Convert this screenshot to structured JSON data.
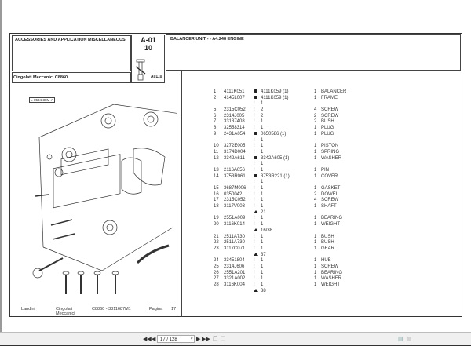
{
  "header": {
    "section_title": "ACCESSORIES AND APPLICATION MISCELLANEOUS",
    "model": "Cingolati Meccanici C8860",
    "group_code": "A-01",
    "group_number": "10",
    "illustration_code": "A0110",
    "unit_title": "BALANCER UNIT -  - A4.248 ENGINE"
  },
  "diagram": {
    "reference": "L-0594-30M-A",
    "icon": "exploded-balancer-unit-drawing"
  },
  "parts": [
    {
      "type": "part",
      "idx": "1",
      "part": "4111K051",
      "mark": "dot",
      "alt": "4111K059  (1)",
      "qty": "1",
      "desc": "BALANCER"
    },
    {
      "type": "part",
      "idx": "2",
      "part": "4145L007",
      "mark": "dot",
      "alt": "4111K059  (1)",
      "qty": "1",
      "desc": "FRAME"
    },
    {
      "type": "sub",
      "alt": "1"
    },
    {
      "type": "part",
      "idx": "5",
      "part": "2315C052",
      "mark": "bar",
      "alt": "2",
      "qty": "4",
      "desc": "SCREW"
    },
    {
      "type": "part",
      "idx": "6",
      "part": "2314J005",
      "mark": "bar",
      "alt": "2",
      "qty": "2",
      "desc": "SCREW"
    },
    {
      "type": "part",
      "idx": "7",
      "part": "33137408",
      "mark": "bar",
      "alt": "1",
      "qty": "2",
      "desc": "BUSH"
    },
    {
      "type": "part",
      "idx": "8",
      "part": "32558314",
      "mark": "bar",
      "alt": "1",
      "qty": "1",
      "desc": "PLUG"
    },
    {
      "type": "part",
      "idx": "9",
      "part": "2431A054",
      "mark": "dot",
      "alt": "0650586  (1)",
      "qty": "1",
      "desc": "PLUG"
    },
    {
      "type": "sub",
      "alt": "1"
    },
    {
      "type": "part",
      "idx": "10",
      "part": "3272E005",
      "mark": "bar",
      "alt": "1",
      "qty": "1",
      "desc": "PISTON"
    },
    {
      "type": "part",
      "idx": "11",
      "part": "3174D004",
      "mark": "bar",
      "alt": "1",
      "qty": "1",
      "desc": "SPRING"
    },
    {
      "type": "part",
      "idx": "12",
      "part": "3342A611",
      "mark": "dot",
      "alt": "3342A605  (1)",
      "qty": "1",
      "desc": "WASHER"
    },
    {
      "type": "sub",
      "alt": "1"
    },
    {
      "type": "part",
      "idx": "13",
      "part": "2116A056",
      "mark": "bar",
      "alt": "1",
      "qty": "1",
      "desc": "PIN"
    },
    {
      "type": "part",
      "idx": "14",
      "part": "3753R061",
      "mark": "dot",
      "alt": "3753R221  (1)",
      "qty": "1",
      "desc": "COVER"
    },
    {
      "type": "sub",
      "alt": "1"
    },
    {
      "type": "part",
      "idx": "15",
      "part": "3687M006",
      "mark": "bar",
      "alt": "1",
      "qty": "1",
      "desc": "GASKET"
    },
    {
      "type": "part",
      "idx": "16",
      "part": "0350042",
      "mark": "bar",
      "alt": "1",
      "qty": "2",
      "desc": "DOWEL"
    },
    {
      "type": "part",
      "idx": "17",
      "part": "2315C052",
      "mark": "bar",
      "alt": "1",
      "qty": "4",
      "desc": "SCREW"
    },
    {
      "type": "part",
      "idx": "18",
      "part": "3117V003",
      "mark": "bar",
      "alt": "1",
      "qty": "1",
      "desc": "SHAFT"
    },
    {
      "type": "ref",
      "alt": "21"
    },
    {
      "type": "part",
      "idx": "19",
      "part": "2551A009",
      "mark": "bar",
      "alt": "1",
      "qty": "1",
      "desc": "BEARING"
    },
    {
      "type": "part",
      "idx": "20",
      "part": "3116K014",
      "mark": "bar",
      "alt": "1",
      "qty": "1",
      "desc": "WEIGHT"
    },
    {
      "type": "ref",
      "alt": "16/38"
    },
    {
      "type": "part",
      "idx": "21",
      "part": "2511A730",
      "mark": "bar",
      "alt": "1",
      "qty": "1",
      "desc": "BUSH"
    },
    {
      "type": "part",
      "idx": "22",
      "part": "2511A730",
      "mark": "bar",
      "alt": "1",
      "qty": "1",
      "desc": "BUSH"
    },
    {
      "type": "part",
      "idx": "23",
      "part": "3117C071",
      "mark": "bar",
      "alt": "1",
      "qty": "1",
      "desc": "GEAR"
    },
    {
      "type": "ref",
      "alt": "37"
    },
    {
      "type": "part",
      "idx": "24",
      "part": "33451804",
      "mark": "bar",
      "alt": "1",
      "qty": "1",
      "desc": "HUB"
    },
    {
      "type": "part",
      "idx": "25",
      "part": "2314J606",
      "mark": "bar",
      "alt": "1",
      "qty": "1",
      "desc": "SCREW"
    },
    {
      "type": "part",
      "idx": "26",
      "part": "2551A201",
      "mark": "bar",
      "alt": "1",
      "qty": "1",
      "desc": "BEARING"
    },
    {
      "type": "part",
      "idx": "27",
      "part": "3321A002",
      "mark": "bar",
      "alt": "1",
      "qty": "1",
      "desc": "WASHER"
    },
    {
      "type": "part",
      "idx": "28",
      "part": "3116K004",
      "mark": "bar",
      "alt": "1",
      "qty": "1",
      "desc": "WEIGHT"
    },
    {
      "type": "ref",
      "alt": "38"
    }
  ],
  "footer": {
    "brand": "Landini",
    "series_line1": "Cingolati",
    "series_line2": "Meccanici",
    "model_code": "C8860 - 3311687M1",
    "page_label": "Pagina",
    "page_number": "17"
  },
  "toolbar": {
    "page_value": "17 / 128",
    "first_icon": "first-page-icon",
    "prev_icon": "prev-page-icon",
    "next_icon": "next-page-icon",
    "last_icon": "last-page-icon"
  }
}
